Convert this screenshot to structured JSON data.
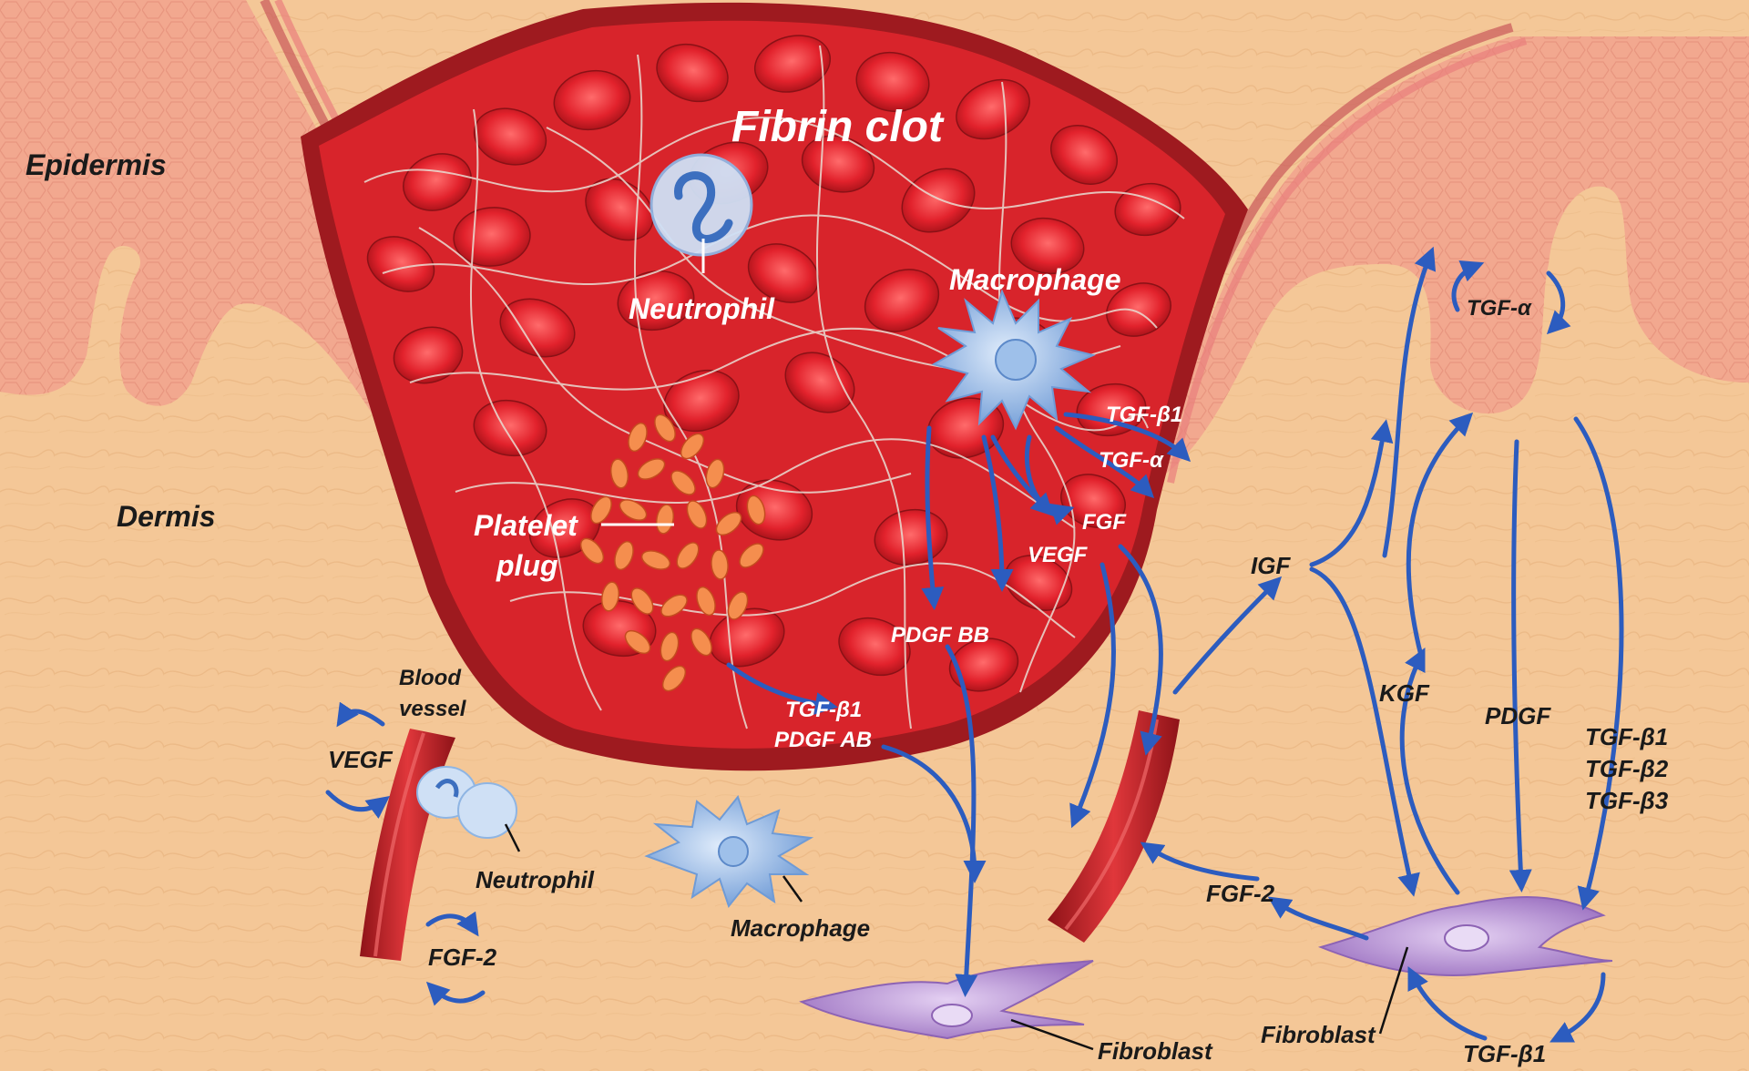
{
  "tissue_labels": {
    "epidermis": "Epidermis",
    "dermis": "Dermis"
  },
  "wound_labels": {
    "fibrin_clot": "Fibrin clot",
    "neutrophil_clot": "Neutrophil",
    "macrophage_clot": "Macrophage",
    "platelet_plug_1": "Platelet",
    "platelet_plug_2": "plug"
  },
  "cell_labels": {
    "blood_vessel_1": "Blood",
    "blood_vessel_2": "vessel",
    "neutrophil_vessel": "Neutrophil",
    "macrophage_lower": "Macrophage",
    "fibroblast_center": "Fibroblast",
    "fibroblast_right": "Fibroblast"
  },
  "factor_labels": {
    "tgf_b1_mac": "TGF-β1",
    "tgf_a_mac": "TGF-α",
    "fgf": "FGF",
    "vegf_mac": "VEGF",
    "pdgf_bb": "PDGF BB",
    "tgf_b1_plt": "TGF-β1",
    "pdgf_ab": "PDGF AB",
    "vegf_left": "VEGF",
    "fgf2_left": "FGF-2",
    "igf": "IGF",
    "tgf_a_epi": "TGF-α",
    "kgf": "KGF",
    "pdgf": "PDGF",
    "tgf_b1_r": "TGF-β1",
    "tgf_b2_r": "TGF-β2",
    "tgf_b3_r": "TGF-β3",
    "fgf2_right": "FGF-2",
    "tgf_b1_bottom": "TGF-β1"
  },
  "colors": {
    "dermis": "#f4c797",
    "epidermis": "#f2a88f",
    "clot": "#d8242b",
    "rbc": "#e8303a",
    "arrow": "#2c5cbf",
    "fibroblast": "#b38ed1",
    "immune_cell": "#8fb5e3",
    "vessel": "#c8262c"
  }
}
